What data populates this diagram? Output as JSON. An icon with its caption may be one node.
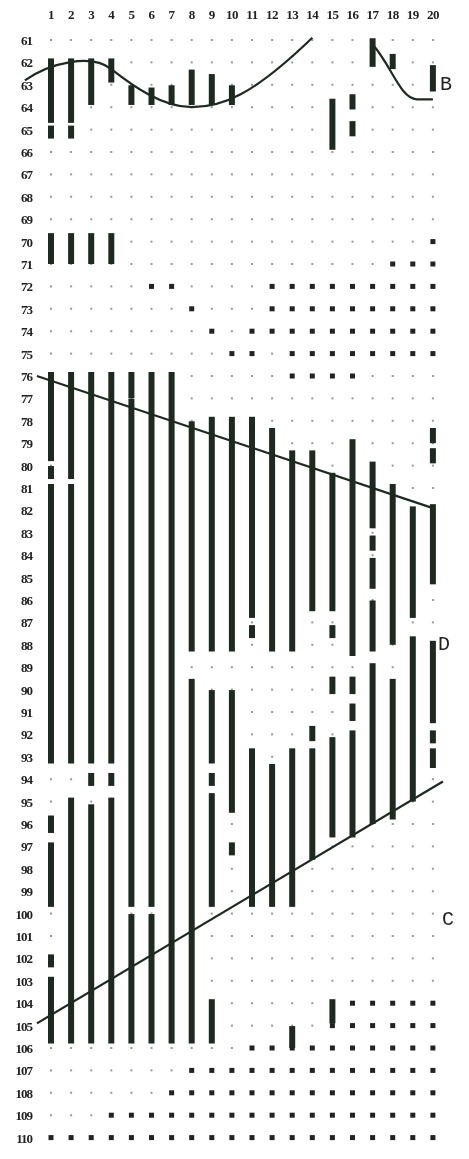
{
  "diagram": {
    "labels": [
      "1",
      "2",
      "3",
      "4",
      "5",
      "6",
      "7",
      "8",
      "9",
      "10",
      "11",
      "12",
      "13",
      "14",
      "15",
      "16",
      "17",
      "18",
      "19",
      "20",
      "61",
      "62",
      "63",
      "64",
      "65",
      "66",
      "67",
      "68",
      "69",
      "70",
      "71",
      "72",
      "73",
      "74",
      "75",
      "76",
      "77",
      "78",
      "79",
      "80",
      "81",
      "82",
      "83",
      "84",
      "85",
      "86",
      "87",
      "88",
      "89",
      "90",
      "91",
      "92",
      "93",
      "94",
      "95",
      "96",
      "97",
      "98",
      "99",
      "100",
      "101",
      "102",
      "103",
      "104",
      "105",
      "106",
      "107",
      "108",
      "109",
      "110",
      "B",
      "D",
      "C"
    ]
  }
}
